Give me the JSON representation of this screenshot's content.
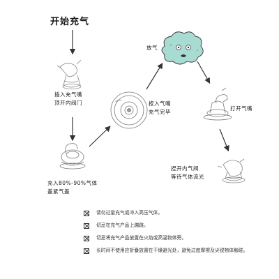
{
  "title": "开始充气",
  "steps": {
    "insert": [
      "插入充气嘴",
      "顶开内阀门"
    ],
    "inflate": [
      "充入80%-90%气体",
      "盖紧气盖"
    ],
    "press": [
      "按入气嘴",
      "充气完毕"
    ],
    "deflate": "放气",
    "open": "打开气嘴",
    "squeeze": [
      "捏开内气阀",
      "等待气体流光"
    ]
  },
  "notes": [
    "请勿过量充气或冲入高压气体。",
    "切忌在充气产品上蹦跳。",
    "切忌将充气产品放置在火焰或高温物体旁。",
    "长时间不使用应折叠放置在干燥避光处，避免过度摩擦及尖锐物体触碰。"
  ],
  "colors": {
    "accent": "#a8dcd2",
    "line": "#333333"
  },
  "icons": [
    "check-box-icon"
  ]
}
